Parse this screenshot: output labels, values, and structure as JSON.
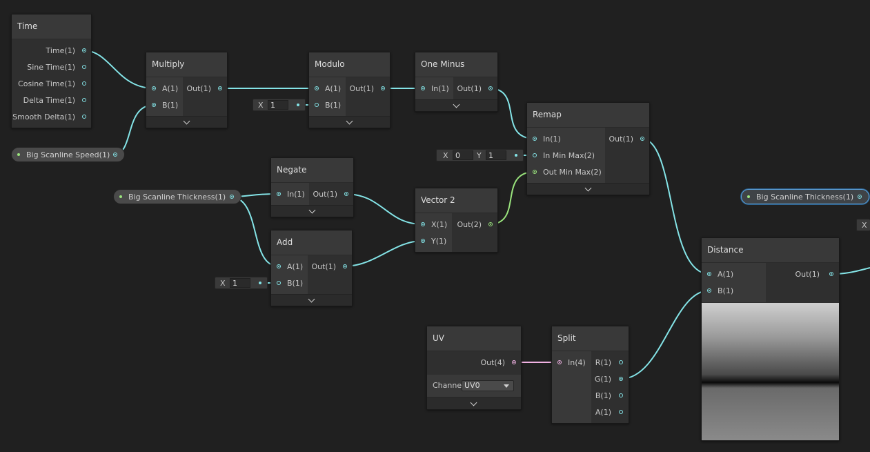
{
  "nodes": {
    "time": {
      "title": "Time",
      "outputs": [
        "Time(1)",
        "Sine Time(1)",
        "Cosine Time(1)",
        "Delta Time(1)",
        "Smooth Delta(1)"
      ]
    },
    "multiply": {
      "title": "Multiply",
      "inputs": [
        "A(1)",
        "B(1)"
      ],
      "output": "Out(1)"
    },
    "modulo": {
      "title": "Modulo",
      "inputs": [
        "A(1)",
        "B(1)"
      ],
      "output": "Out(1)",
      "b_default": {
        "axis": "X",
        "value": "1"
      }
    },
    "one_minus": {
      "title": "One Minus",
      "input": "In(1)",
      "output": "Out(1)"
    },
    "remap": {
      "title": "Remap",
      "inputs": [
        "In(1)",
        "In Min Max(2)",
        "Out Min Max(2)"
      ],
      "output": "Out(1)",
      "in_min_max_default": {
        "x_label": "X",
        "x_value": "0",
        "y_label": "Y",
        "y_value": "1"
      }
    },
    "negate": {
      "title": "Negate",
      "input": "In(1)",
      "output": "Out(1)"
    },
    "vector2": {
      "title": "Vector 2",
      "inputs": [
        "X(1)",
        "Y(1)"
      ],
      "output": "Out(2)"
    },
    "add": {
      "title": "Add",
      "inputs": [
        "A(1)",
        "B(1)"
      ],
      "output": "Out(1)",
      "b_default": {
        "axis": "X",
        "value": "1"
      }
    },
    "distance": {
      "title": "Distance",
      "inputs": [
        "A(1)",
        "B(1)"
      ],
      "output": "Out(1)",
      "edge_label": "X"
    },
    "uv": {
      "title": "UV",
      "output": "Out(4)",
      "channel_label": "Channe",
      "channel_value": "UV0"
    },
    "split": {
      "title": "Split",
      "input": "In(4)",
      "outputs": [
        "R(1)",
        "G(1)",
        "B(1)",
        "A(1)"
      ]
    }
  },
  "properties": {
    "big_scanline_speed": "Big Scanline Speed(1)",
    "big_scanline_thickness": "Big Scanline Thickness(1)",
    "big_scanline_thickness_selected": "Big Scanline Thickness(1)"
  },
  "colors": {
    "float_wire": "#84e4e7",
    "vector2_wire": "#9ae47d",
    "vector4_wire": "#f1b2e4",
    "background": "#202020"
  }
}
